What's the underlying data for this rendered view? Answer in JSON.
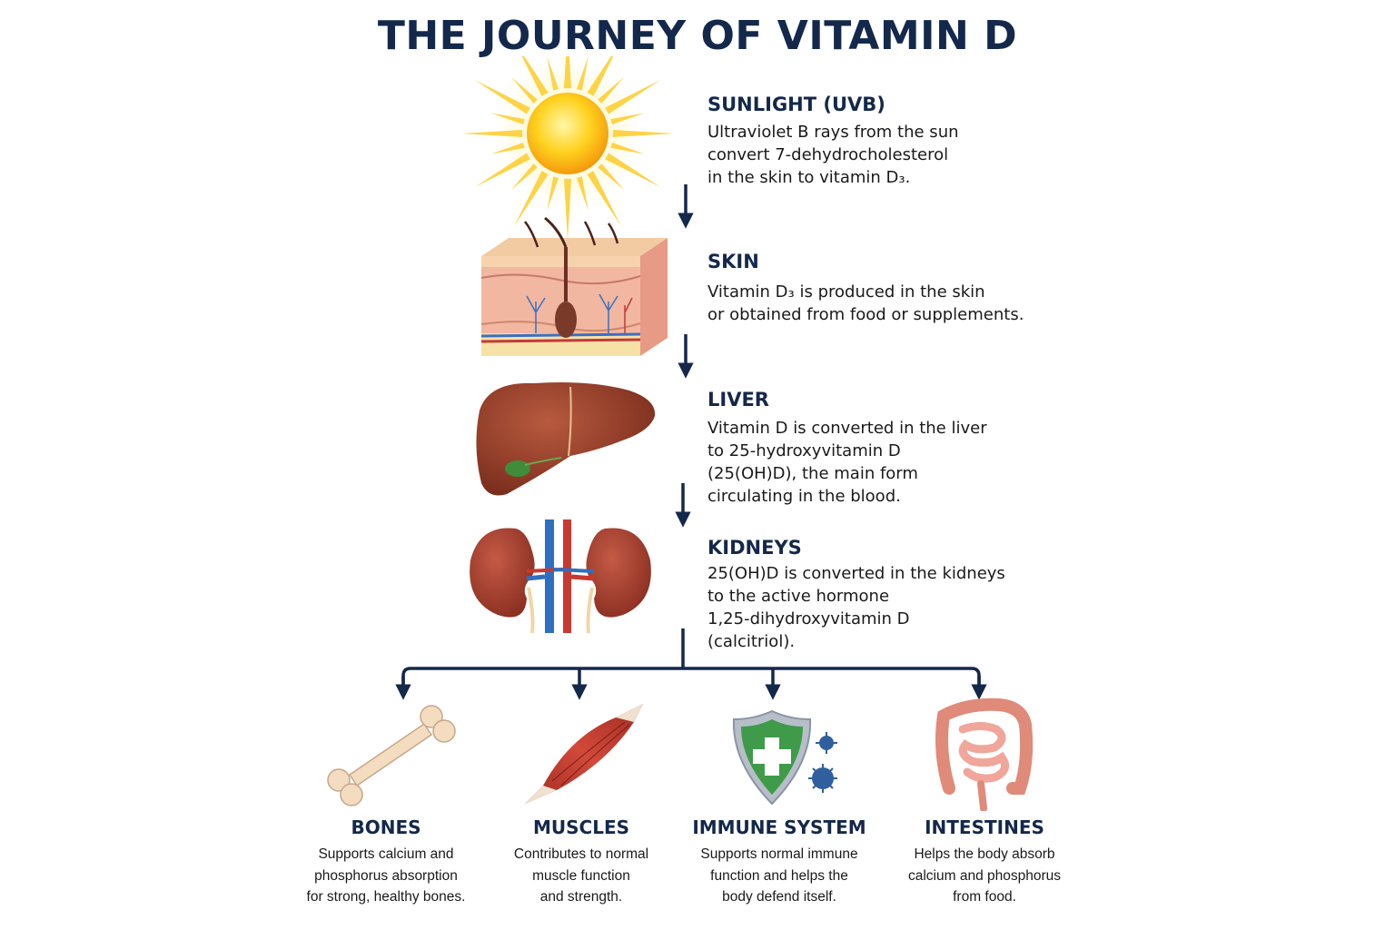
{
  "title": "THE JOURNEY OF VITAMIN D",
  "steps": [
    {
      "heading": "SUNLIGHT (UVB)",
      "text": "Ultraviolet B rays from the sun\nconvert 7-dehydrocholesterol\nin the skin to vitamin D₃.",
      "icon": "sun-icon"
    },
    {
      "heading": "SKIN",
      "text": "Vitamin D₃ is produced in the skin\nor obtained from food or supplements.",
      "icon": "skin-cross-section-icon"
    },
    {
      "heading": "LIVER",
      "text": "Vitamin D is converted in the liver\nto 25-hydroxyvitamin D\n(25(OH)D), the main form\ncirculating in the blood.",
      "icon": "liver-icon"
    },
    {
      "heading": "KIDNEYS",
      "text": "25(OH)D is converted in the kidneys\nto the active hormone\n1,25-dihydroxyvitamin D\n(calcitriol).",
      "icon": "kidneys-icon"
    }
  ],
  "outcomes": [
    {
      "heading": "BONES",
      "text": "Supports calcium and\nphosphorus absorption\nfor strong, healthy bones.",
      "icon": "bone-icon"
    },
    {
      "heading": "MUSCLES",
      "text": "Contributes to normal\nmuscle function\nand strength.",
      "icon": "muscle-icon"
    },
    {
      "heading": "IMMUNE SYSTEM",
      "text": "Supports normal immune\nfunction and helps the\nbody defend itself.",
      "icon": "shield-icon"
    },
    {
      "heading": "INTESTINES",
      "text": "Helps the body absorb\ncalcium and phosphorus\nfrom food.",
      "icon": "intestines-icon"
    }
  ],
  "colors": {
    "heading": "#14284b",
    "arrow": "#14284b",
    "body_text": "#1a1a1a"
  }
}
